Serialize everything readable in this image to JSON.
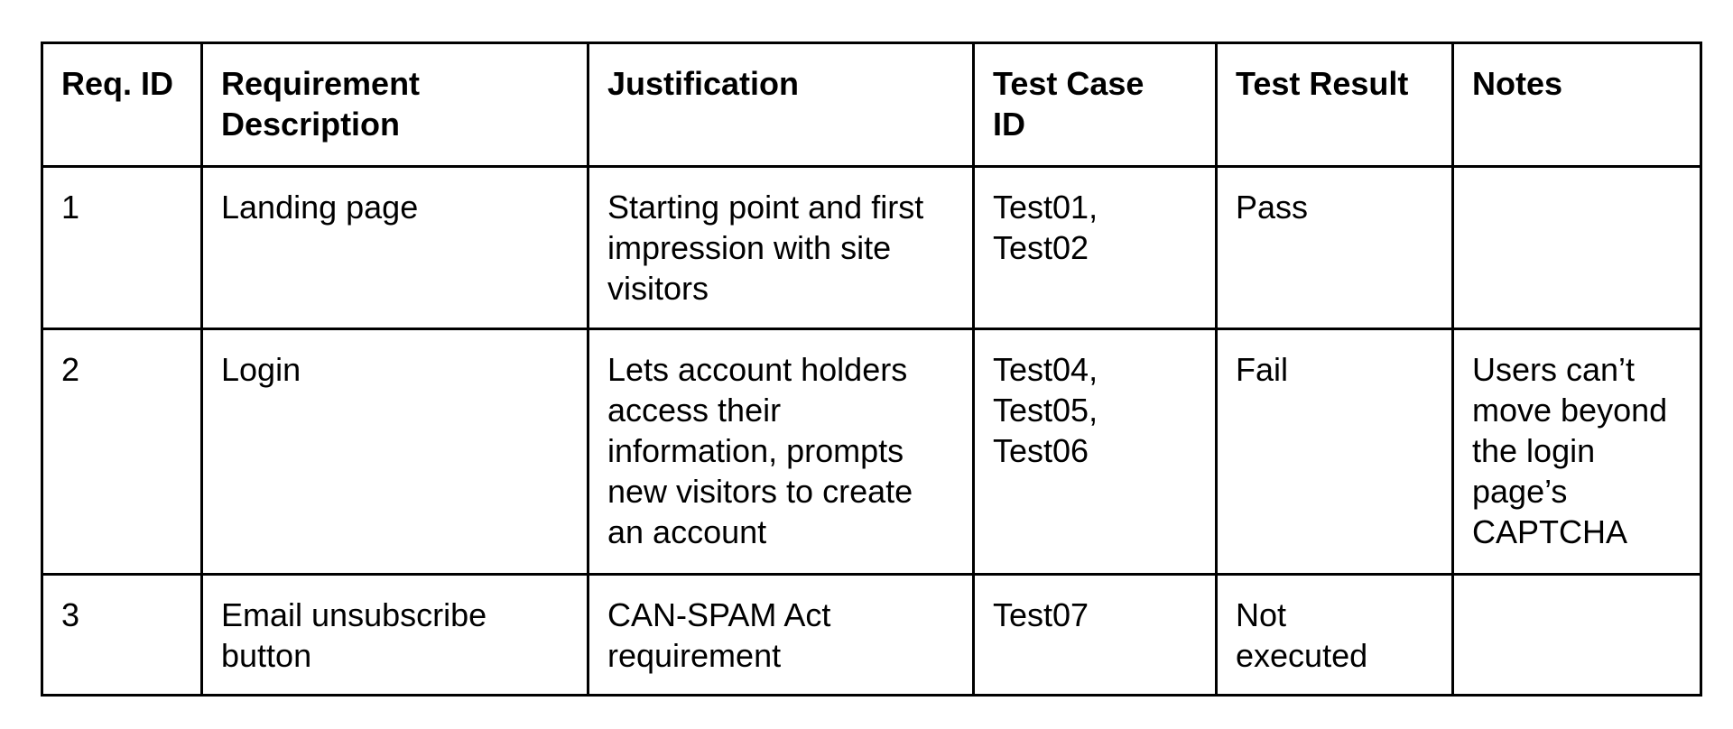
{
  "document": {
    "kind": "requirements-traceability-table"
  },
  "colors": {
    "background": "#ffffff",
    "border": "#000000",
    "text": "#000000"
  },
  "table": {
    "headers": {
      "req_id": "Req. ID",
      "description": "Requirement\nDescription",
      "justification": "Justification",
      "test_case_id": "Test Case\nID",
      "test_result": "Test Result",
      "notes": "Notes"
    },
    "rows": [
      {
        "req_id": "1",
        "description": "Landing page",
        "justification": "Starting point and first\nimpression with site\nvisitors",
        "test_case_id": "Test01,\nTest02",
        "test_result": "Pass",
        "notes": ""
      },
      {
        "req_id": "2",
        "description": "Login",
        "justification": "Lets account holders\naccess their\ninformation, prompts\nnew visitors to create\nan account",
        "test_case_id": "Test04,\nTest05,\nTest06",
        "test_result": "Fail",
        "notes": "Users can’t\nmove beyond\nthe login\npage’s\nCAPTCHA"
      },
      {
        "req_id": "3",
        "description": "Email unsubscribe\nbutton",
        "justification": "CAN-SPAM Act\nrequirement",
        "test_case_id": "Test07",
        "test_result": "Not\nexecuted",
        "notes": ""
      }
    ]
  }
}
